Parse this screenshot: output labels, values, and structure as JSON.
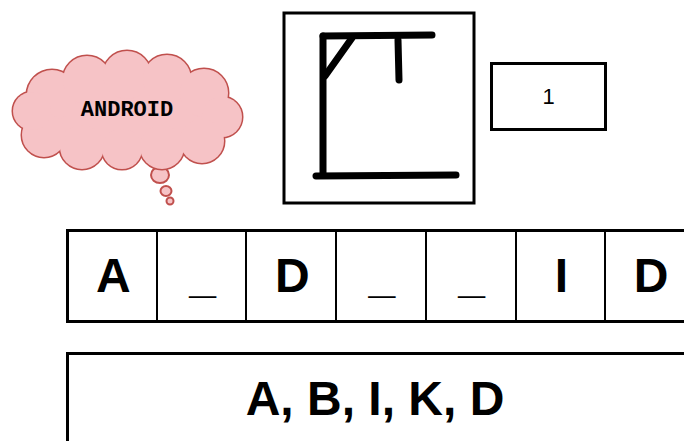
{
  "diagram": {
    "nodes": [
      {
        "text": [
          "ANDROID"
        ]
      },
      {
        "text": [
          "1"
        ]
      },
      {
        "text": [
          "A"
        ]
      },
      {
        "text": [
          "_"
        ]
      },
      {
        "text": [
          "D"
        ]
      },
      {
        "text": [
          "_"
        ]
      },
      {
        "text": [
          "_"
        ]
      },
      {
        "text": [
          "I"
        ]
      },
      {
        "text": [
          "D"
        ]
      },
      {
        "text": [
          "A, B, I, K, D"
        ]
      }
    ]
  }
}
